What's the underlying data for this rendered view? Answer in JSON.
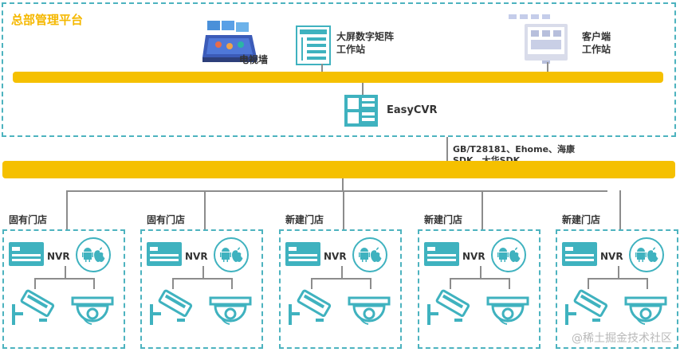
{
  "hq": {
    "title": "总部管理平台"
  },
  "devices": {
    "tv_wall": "电视墙",
    "big_screen_line1": "大屏数字矩阵",
    "big_screen_line2": "工作站",
    "client_line1": "客户端",
    "client_line2": "工作站",
    "easycvr": "EasyCVR"
  },
  "protocols": {
    "line1": "GB/T28181、Ehome、海康",
    "line2": "SDK、大华SDK"
  },
  "stores": [
    {
      "title": "固有门店",
      "nvr": "NVR"
    },
    {
      "title": "固有门店",
      "nvr": "NVR"
    },
    {
      "title": "新建门店",
      "nvr": "NVR"
    },
    {
      "title": "新建门店",
      "nvr": "NVR"
    },
    {
      "title": "新建门店",
      "nvr": "NVR"
    }
  ],
  "watermark": "@稀土掘金技术社区",
  "colors": {
    "accent": "#f5c000",
    "teal": "#3fb2bf",
    "dash": "#4db3bf",
    "title": "#f5b800"
  },
  "icons": [
    "tv-wall-icon",
    "matrix-server-icon",
    "client-monitor-icon",
    "easycvr-server-icon",
    "nvr-icon",
    "android-icon",
    "apple-icon",
    "bullet-camera-icon",
    "dome-camera-icon"
  ]
}
